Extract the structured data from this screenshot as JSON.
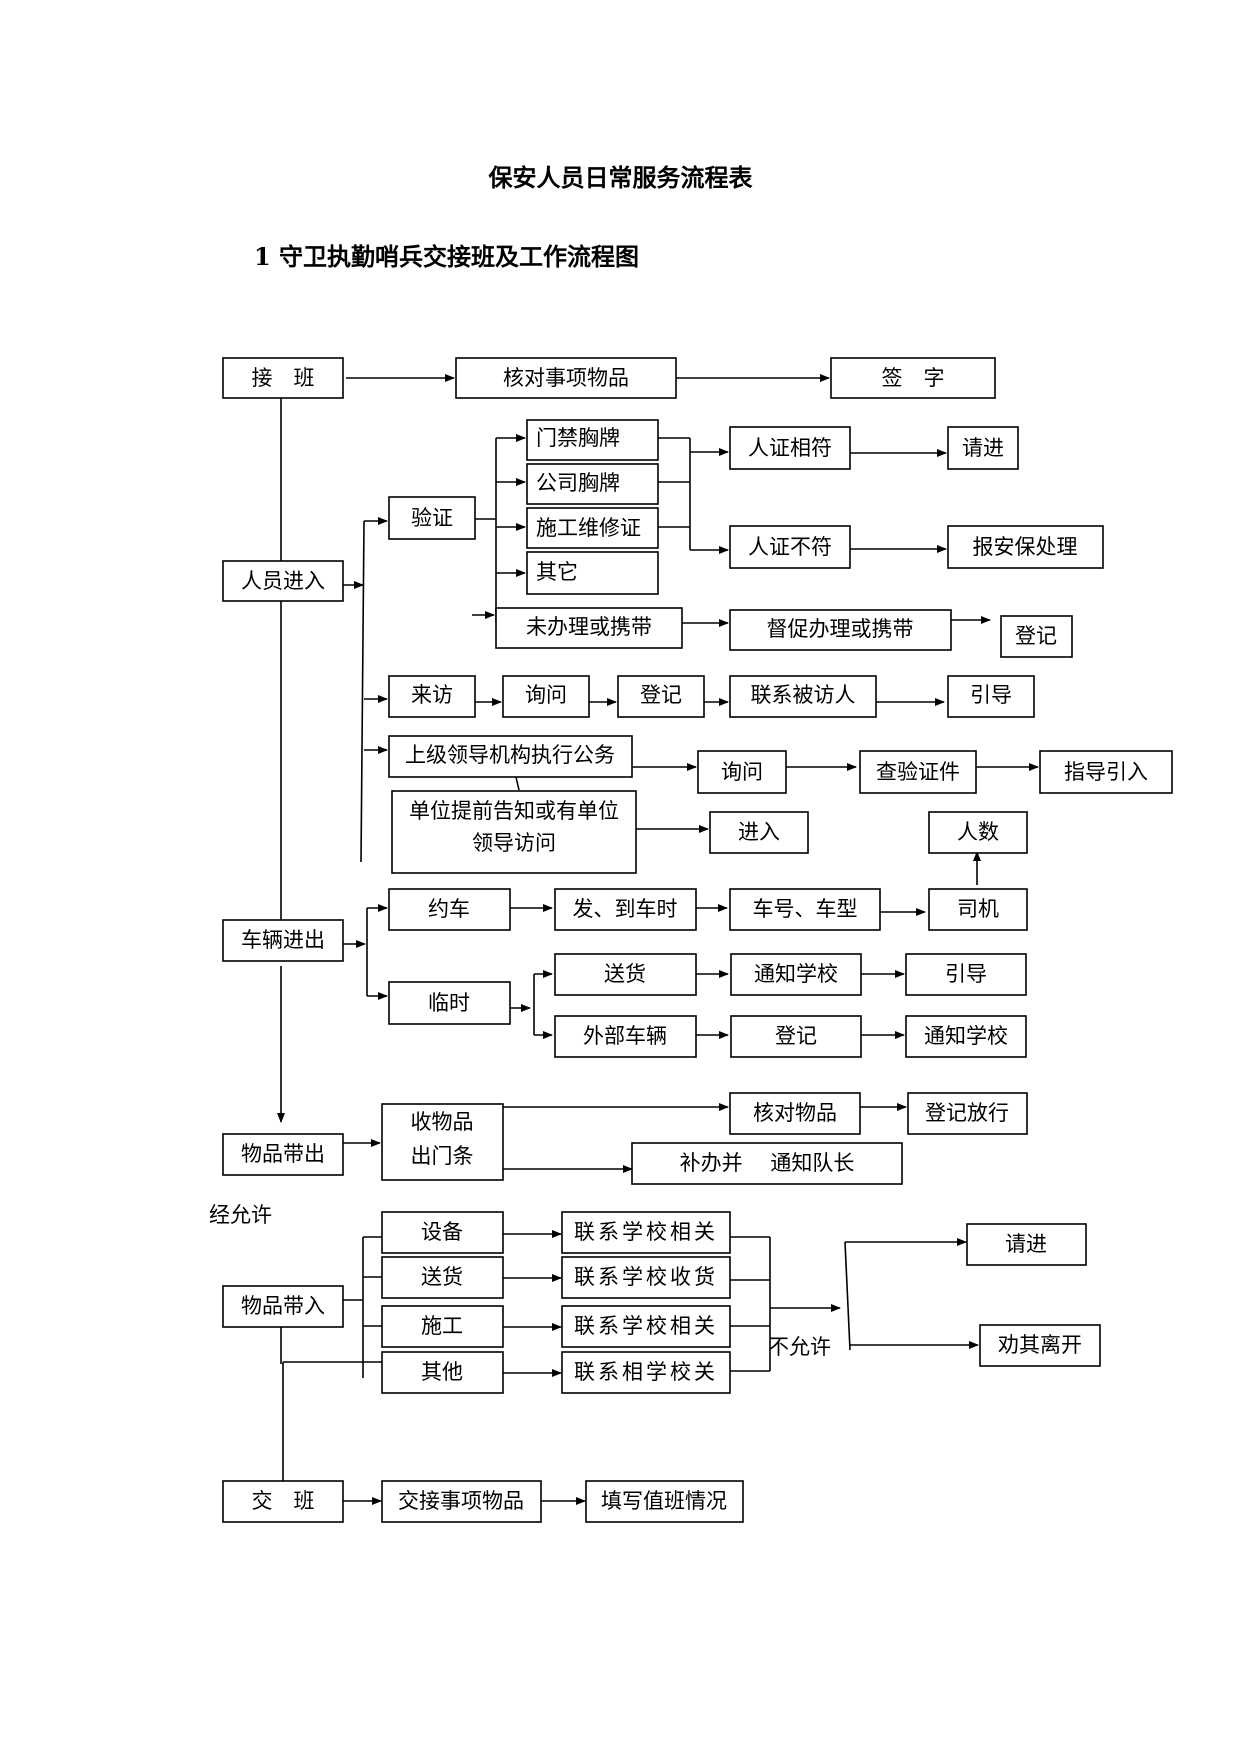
{
  "title": "保安人员日常服务流程表",
  "section_title": "1 守卫执勤哨兵交接班及工作流程图",
  "nodes": {
    "jieban": "接　班",
    "hedui": "核对事项物品",
    "qianzi": "签　字",
    "renyuan": "人员进入",
    "yanzheng": "验证",
    "menjin": "门禁胸牌",
    "gongsi": "公司胸牌",
    "shigong_zheng": "施工维修证",
    "qita_zheng": "其它",
    "renzheng_xf": "人证相符",
    "qingjin1": "请进",
    "renzheng_bf": "人证不符",
    "baoan": "报安保处理",
    "weibanli": "未办理或携带",
    "ducu": "督促办理或携带",
    "dengji1": "登记",
    "laifang": "来访",
    "xunwen1": "询问",
    "dengji2": "登记",
    "lianxi_bfr": "联系被访人",
    "yindao1": "引导",
    "shangji": "上级领导机构执行公务",
    "xunwen2": "询问",
    "chayan": "查验证件",
    "zhidao": "指导引入",
    "danwei_l1": "单位提前告知或有单位",
    "danwei_l2": "领导访问",
    "jinru": "进入",
    "renshu": "人数",
    "cheliang": "车辆进出",
    "yueche": "约车",
    "fadao": "发、到车时",
    "chehao": "车号、车型",
    "siji": "司机",
    "linshi": "临时",
    "songhuo1": "送货",
    "tongzhi1": "通知学校",
    "yindao2": "引导",
    "waibu": "外部车辆",
    "dengji3": "登记",
    "tongzhi2": "通知学校",
    "wupin_out": "物品带出",
    "shou_l1": "收物品",
    "shou_l2": "出门条",
    "hedui_wp": "核对物品",
    "dengji_fx": "登记放行",
    "buban": "补办并　 通知队长",
    "jingyunxu": "经允许",
    "wupin_in": "物品带入",
    "shebei": "设备",
    "songhuo2": "送货",
    "shigong": "施工",
    "qita": "其他",
    "lx1": "联系学校相关",
    "lx2": "联系学校收货",
    "lx3": "联系学校相关",
    "lx4": "联系相学校关",
    "buyunxu": "不允许",
    "qingjin2": "请进",
    "quanqi": "劝其离开",
    "jiaoban": "交　班",
    "jiaojie": "交接事项物品",
    "tianxie": "填写值班情况"
  }
}
